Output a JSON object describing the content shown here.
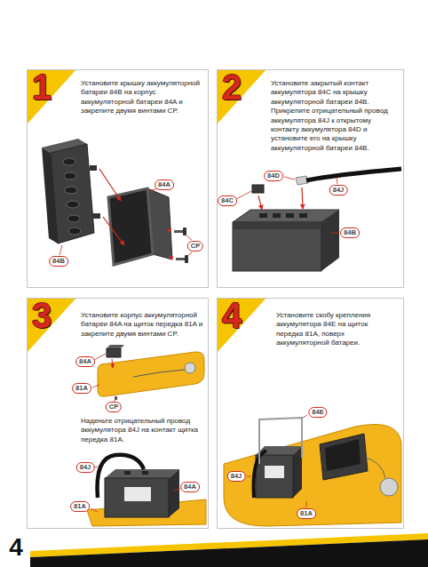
{
  "diagram": {
    "nodes": [
      {
        "text": [
          "1",
          "Установите крышку аккумуляторной батареи 84B на корпус аккумуляторной батареи 84A и закрепите двумя винтами CP."
        ]
      },
      {
        "text": [
          "2",
          "Установите закрытый контакт аккумулятора 84C на крышку аккумуляторной батареи 84B. Прикрепите отрицательный провод аккумулятора 84J к открытому контакту аккумулятора 84D и установите его на крышку аккумуляторной батареи 84B."
        ]
      },
      {
        "text": [
          "3",
          "Установите корпус аккумуляторной батареи 84A на щиток передка 81A и закрепите двумя винтами CP.",
          "Наденьте отрицательный провод аккумулятора 84J на контакт щитка передка 81A."
        ]
      },
      {
        "text": [
          "4",
          "Установите скобу крепления аккумулятора 84E на щиток передка 81A, поверх аккумуляторной батареи."
        ]
      }
    ],
    "labels": [
      "84A",
      "CP",
      "84B",
      "84D",
      "84J",
      "84C",
      "84B",
      "84A",
      "81A",
      "CP",
      "84J",
      "81A",
      "84A",
      "84E",
      "84J",
      "81A",
      "4"
    ]
  }
}
